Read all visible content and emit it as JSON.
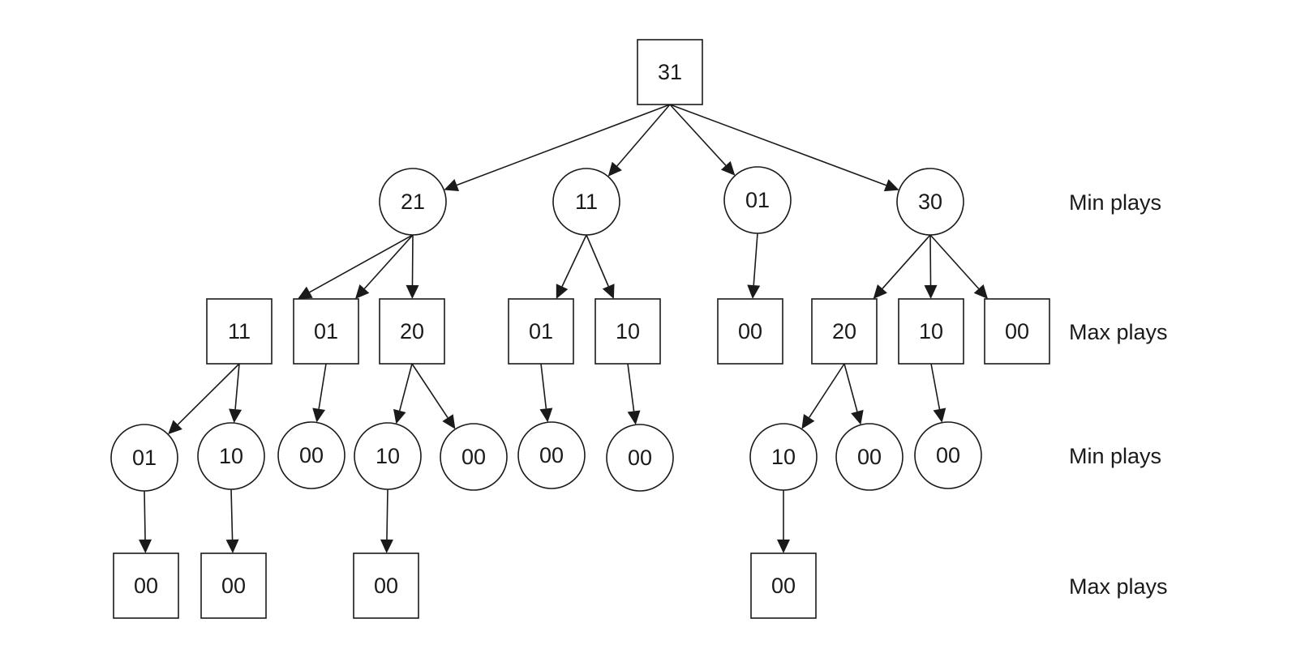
{
  "nodes": [
    {
      "id": "r",
      "label": "31",
      "shape": "square"
    },
    {
      "id": "a",
      "label": "21",
      "shape": "circle"
    },
    {
      "id": "b",
      "label": "11",
      "shape": "circle"
    },
    {
      "id": "c",
      "label": "01",
      "shape": "circle"
    },
    {
      "id": "d",
      "label": "30",
      "shape": "circle"
    },
    {
      "id": "a1",
      "label": "11",
      "shape": "square"
    },
    {
      "id": "a2",
      "label": "01",
      "shape": "square"
    },
    {
      "id": "a3",
      "label": "20",
      "shape": "square"
    },
    {
      "id": "b1",
      "label": "01",
      "shape": "square"
    },
    {
      "id": "b2",
      "label": "10",
      "shape": "square"
    },
    {
      "id": "c1",
      "label": "00",
      "shape": "square"
    },
    {
      "id": "d1",
      "label": "20",
      "shape": "square"
    },
    {
      "id": "d2",
      "label": "10",
      "shape": "square"
    },
    {
      "id": "d3",
      "label": "00",
      "shape": "square"
    },
    {
      "id": "a1a",
      "label": "01",
      "shape": "circle"
    },
    {
      "id": "a1b",
      "label": "10",
      "shape": "circle"
    },
    {
      "id": "a2a",
      "label": "00",
      "shape": "circle"
    },
    {
      "id": "a3a",
      "label": "10",
      "shape": "circle"
    },
    {
      "id": "a3b",
      "label": "00",
      "shape": "circle"
    },
    {
      "id": "b1a",
      "label": "00",
      "shape": "circle"
    },
    {
      "id": "b2a",
      "label": "00",
      "shape": "circle"
    },
    {
      "id": "d1a",
      "label": "10",
      "shape": "circle"
    },
    {
      "id": "d1b",
      "label": "00",
      "shape": "circle"
    },
    {
      "id": "d2a",
      "label": "00",
      "shape": "circle"
    },
    {
      "id": "l1",
      "label": "00",
      "shape": "square"
    },
    {
      "id": "l2",
      "label": "00",
      "shape": "square"
    },
    {
      "id": "l3",
      "label": "00",
      "shape": "square"
    },
    {
      "id": "l4",
      "label": "00",
      "shape": "square"
    }
  ],
  "edges": [
    [
      "r",
      "a"
    ],
    [
      "r",
      "b"
    ],
    [
      "r",
      "c"
    ],
    [
      "r",
      "d"
    ],
    [
      "a",
      "a1"
    ],
    [
      "a",
      "a2"
    ],
    [
      "a",
      "a3"
    ],
    [
      "b",
      "b1"
    ],
    [
      "b",
      "b2"
    ],
    [
      "c",
      "c1"
    ],
    [
      "d",
      "d1"
    ],
    [
      "d",
      "d2"
    ],
    [
      "d",
      "d3"
    ],
    [
      "a1",
      "a1a"
    ],
    [
      "a1",
      "a1b"
    ],
    [
      "a2",
      "a2a"
    ],
    [
      "a3",
      "a3a"
    ],
    [
      "a3",
      "a3b"
    ],
    [
      "b1",
      "b1a"
    ],
    [
      "b2",
      "b2a"
    ],
    [
      "d1",
      "d1a"
    ],
    [
      "d1",
      "d1b"
    ],
    [
      "d2",
      "d2a"
    ],
    [
      "a1a",
      "l1"
    ],
    [
      "a1b",
      "l2"
    ],
    [
      "a3a",
      "l3"
    ],
    [
      "d1a",
      "l4"
    ]
  ],
  "level_labels": [
    "Min plays",
    "Max plays",
    "Min plays",
    "Max plays"
  ]
}
